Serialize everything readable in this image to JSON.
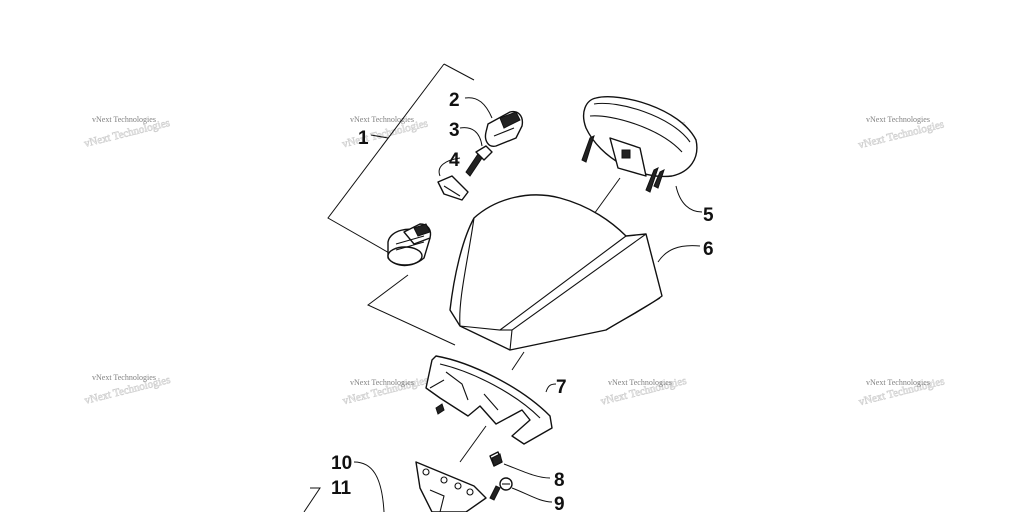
{
  "diagram": {
    "watermark_text": "vNext Technologies",
    "callouts": [
      {
        "id": "1",
        "label": "1"
      },
      {
        "id": "2",
        "label": "2"
      },
      {
        "id": "3",
        "label": "3"
      },
      {
        "id": "4",
        "label": "4"
      },
      {
        "id": "5",
        "label": "5"
      },
      {
        "id": "6",
        "label": "6"
      },
      {
        "id": "7",
        "label": "7"
      },
      {
        "id": "8",
        "label": "8"
      },
      {
        "id": "9",
        "label": "9"
      },
      {
        "id": "10",
        "label": "10"
      },
      {
        "id": "11",
        "label": "11"
      }
    ]
  },
  "colors": {
    "background": "#ffffff",
    "line": "#111111",
    "watermark": "#555555"
  }
}
